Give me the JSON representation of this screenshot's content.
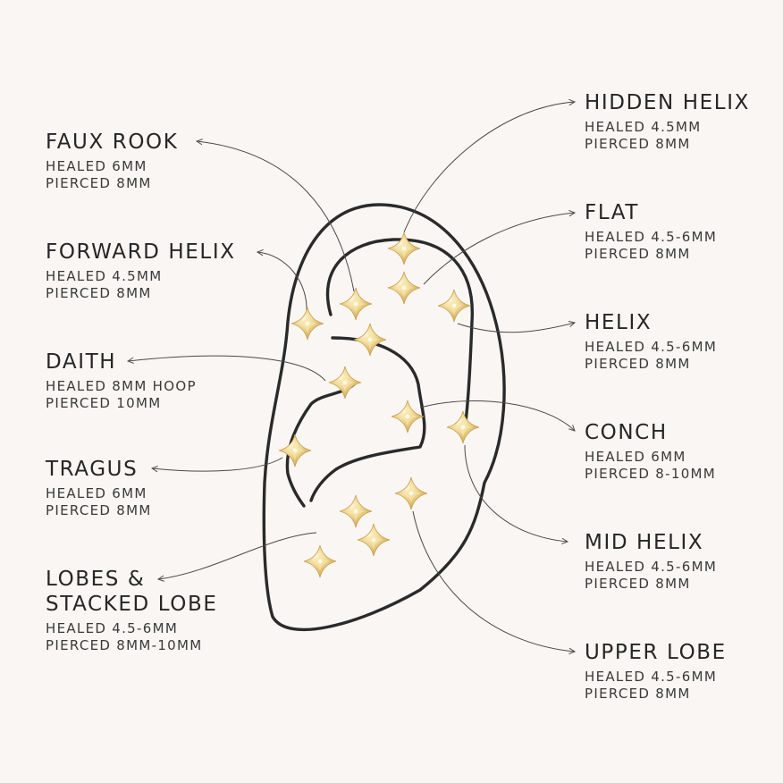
{
  "colors": {
    "background": "#f9f6f3",
    "ear_outline": "#2a2a2a",
    "leader_line": "#4a4a4a",
    "stud_gold": "#e9cf86",
    "stud_gold_dark": "#c9a24e",
    "stud_highlight": "#fff6d6"
  },
  "icons": {
    "stud": "four-point-star-stud-icon",
    "leader_arrow": "arrowhead-icon"
  },
  "labels": {
    "faux_rook": {
      "title": "FAUX ROOK",
      "healed": "HEALED 6MM",
      "pierced": "PIERCED 8MM"
    },
    "forward_helix": {
      "title": "FORWARD HELIX",
      "healed": "HEALED 4.5MM",
      "pierced": "PIERCED 8MM"
    },
    "daith": {
      "title": "DAITH",
      "healed": "HEALED 8MM HOOP",
      "pierced": "PIERCED 10MM"
    },
    "tragus": {
      "title": "TRAGUS",
      "healed": "HEALED 6MM",
      "pierced": "PIERCED 8MM"
    },
    "lobes": {
      "title": "LOBES &\nSTACKED LOBE",
      "healed": "HEALED 4.5-6MM",
      "pierced": "PIERCED 8MM-10MM"
    },
    "hidden_helix": {
      "title": "HIDDEN HELIX",
      "healed": "HEALED 4.5MM",
      "pierced": "PIERCED 8MM"
    },
    "flat": {
      "title": "FLAT",
      "healed": "HEALED 4.5-6MM",
      "pierced": "PIERCED 8MM"
    },
    "helix": {
      "title": "HELIX",
      "healed": "HEALED 4.5-6MM",
      "pierced": "PIERCED 8MM"
    },
    "conch": {
      "title": "CONCH",
      "healed": "HEALED 6MM",
      "pierced": "PIERCED 8-10MM"
    },
    "mid_helix": {
      "title": "MID HELIX",
      "healed": "HEALED 4.5-6MM",
      "pierced": "PIERCED 8MM"
    },
    "upper_lobe": {
      "title": "UPPER LOBE",
      "healed": "HEALED 4.5-6MM",
      "pierced": "PIERCED 8MM"
    }
  }
}
